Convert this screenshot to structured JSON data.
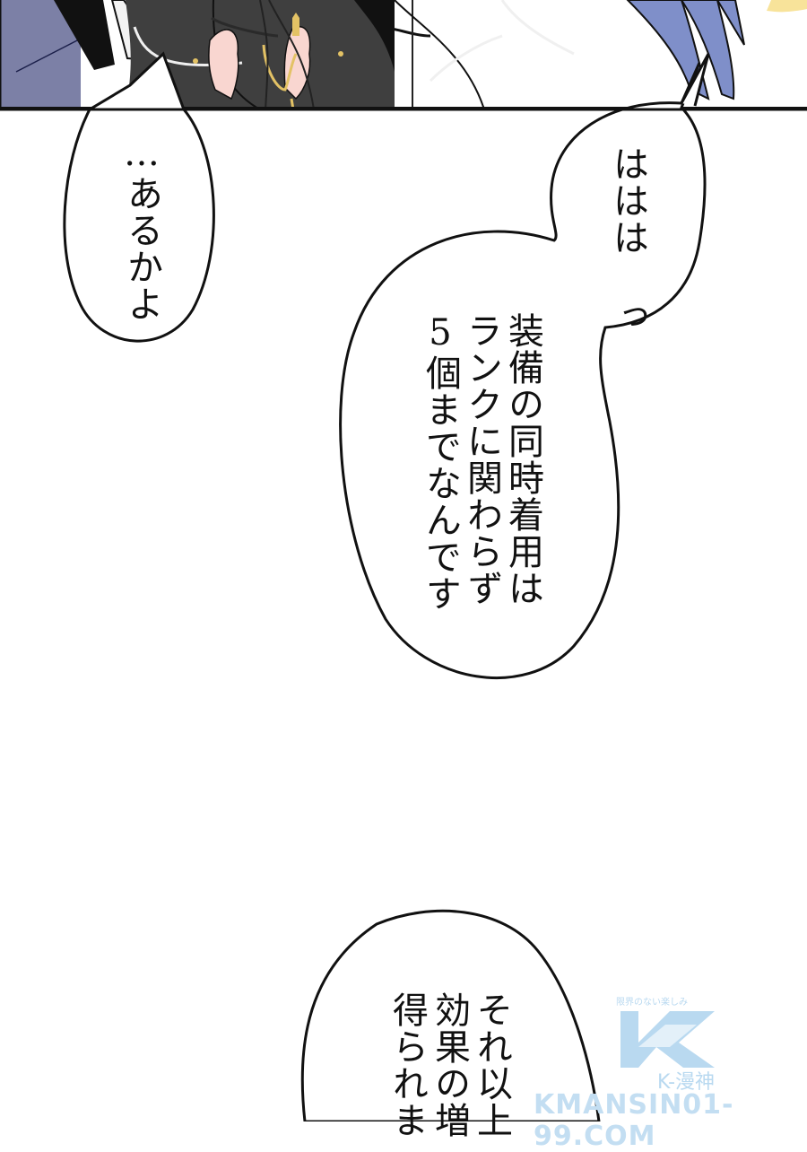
{
  "panels": {
    "top": {
      "description": "Character in dark coat with gold chain, hands clasped"
    },
    "colors": {
      "coat": "#3f3f3f",
      "hair": "#7f8fc9",
      "bg_left": "#7c80a6",
      "chain": "#e3c265",
      "skin": "#f9d6d0",
      "halo": "#f8e39a",
      "outline": "#111111"
    }
  },
  "bubbles": [
    {
      "id": "left",
      "lines": [
        "…あるかよ"
      ]
    },
    {
      "id": "right-top",
      "lines": [
        "ははは っ"
      ]
    },
    {
      "id": "right-main",
      "lines": [
        "装備の同時着用は",
        "ランクに関わらず",
        "5個までなんです"
      ]
    },
    {
      "id": "bottom",
      "lines": [
        "それ以上",
        "効果の増",
        "得られま"
      ]
    }
  ],
  "watermark": {
    "tagline": "限界のない楽しみ",
    "brand": "K-漫神",
    "url": "KMANSIN01-99.COM"
  },
  "text": {
    "b1": "…あるかよ",
    "b2a": "ははは っ",
    "b2b": "装備の同時着用は\nランクに関わらず\n5個までなんです",
    "b3": "それ以上\n効果の増\n得られま"
  }
}
